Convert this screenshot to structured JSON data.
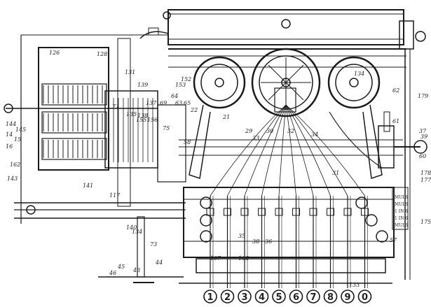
{
  "figure": {
    "keys": [
      "1",
      "2",
      "3",
      "4",
      "5",
      "6",
      "7",
      "8",
      "9",
      "0"
    ],
    "ref_labels": [
      "126",
      "128",
      "131",
      "139",
      "153",
      "152",
      "134",
      "62",
      "179",
      "37",
      "144",
      "145",
      "14",
      "15",
      "16",
      "162",
      "143",
      "141",
      "140",
      "117",
      "134",
      "73",
      "44",
      "43",
      "45",
      "46",
      "107",
      "108",
      "38",
      "35",
      "36",
      "31",
      "33",
      "34",
      "39",
      "65",
      "64",
      "22",
      "75",
      "58",
      "57",
      "133",
      "175",
      "177",
      "178",
      "60",
      "61",
      "63",
      "69",
      "71",
      "21",
      "29",
      "30",
      "32",
      "138",
      "135",
      "137",
      "155",
      "156"
    ],
    "side_plate_text": [
      "MULS",
      "MULS",
      "1 IN 6",
      "1 IN 6",
      "MULS"
    ]
  }
}
